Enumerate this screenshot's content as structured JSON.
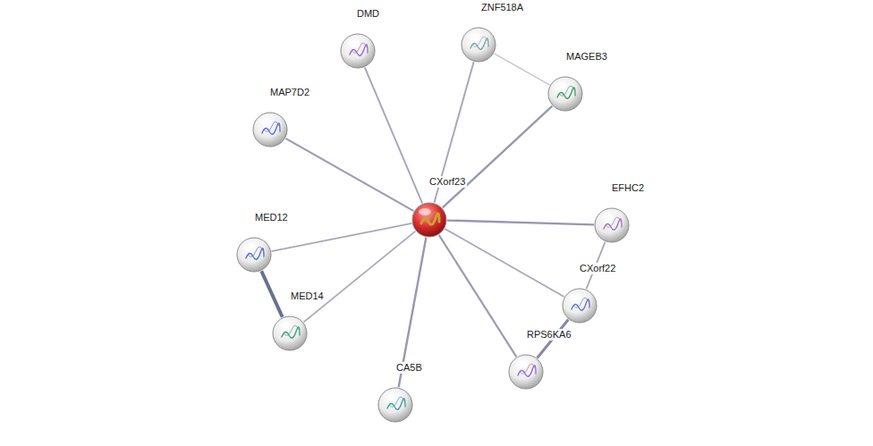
{
  "diagram": {
    "nodes": [
      {
        "text": [
          "DMD"
        ]
      },
      {
        "text": [
          "ZNF518A"
        ]
      },
      {
        "text": [
          "MAGEB3"
        ]
      },
      {
        "text": [
          "MAP7D2"
        ]
      },
      {
        "text": [
          "CXorf23"
        ]
      },
      {
        "text": [
          "EFHC2"
        ]
      },
      {
        "text": [
          "MED12"
        ]
      },
      {
        "text": [
          "CXorf22"
        ]
      },
      {
        "text": [
          "MED14"
        ]
      },
      {
        "text": [
          "RPS6KA6"
        ]
      },
      {
        "text": [
          "CA5B"
        ]
      }
    ],
    "edges": [
      {
        "from": 4,
        "to": 0,
        "arrow": "none"
      },
      {
        "from": 4,
        "to": 1,
        "arrow": "none"
      },
      {
        "from": 4,
        "to": 2,
        "arrow": "none"
      },
      {
        "from": 4,
        "to": 3,
        "arrow": "none"
      },
      {
        "from": 4,
        "to": 5,
        "arrow": "none"
      },
      {
        "from": 4,
        "to": 6,
        "arrow": "none"
      },
      {
        "from": 4,
        "to": 7,
        "arrow": "none"
      },
      {
        "from": 4,
        "to": 8,
        "arrow": "none"
      },
      {
        "from": 4,
        "to": 9,
        "arrow": "none"
      },
      {
        "from": 4,
        "to": 10,
        "arrow": "none"
      },
      {
        "from": 1,
        "to": 2,
        "arrow": "none"
      },
      {
        "from": 6,
        "to": 8,
        "arrow": "none"
      },
      {
        "from": 5,
        "to": 7,
        "arrow": "none"
      },
      {
        "from": 7,
        "to": 9,
        "arrow": "none"
      }
    ]
  }
}
